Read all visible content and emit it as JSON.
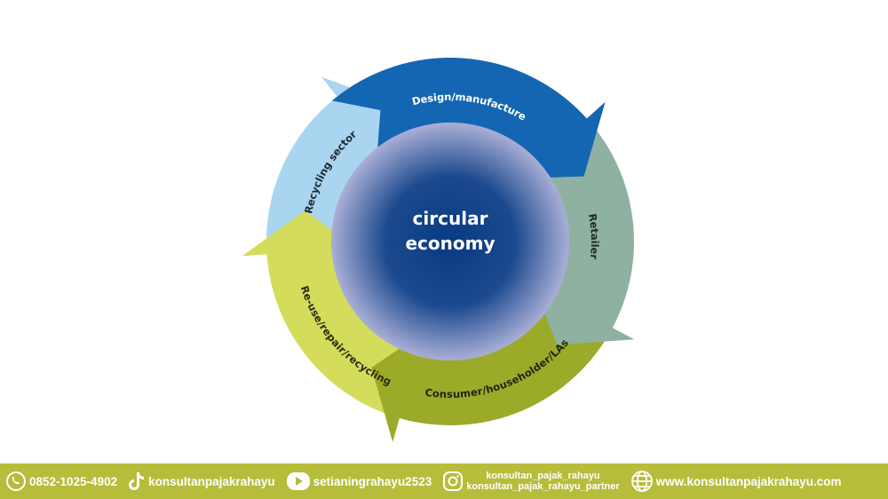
{
  "diagram": {
    "center": {
      "line1": "circular",
      "line2": "economy"
    },
    "segments": [
      {
        "label": "Design/manufacture",
        "color": "#1466b2",
        "text_color": "#ffffff"
      },
      {
        "label": "Retailer",
        "color": "#8fb1a2",
        "text_color": "#1e2a25"
      },
      {
        "label": "Consumer/householder/LAs",
        "color": "#9caa29",
        "text_color": "#1f2410"
      },
      {
        "label": "Re-use/repair/recycling",
        "color": "#d4dc5c",
        "text_color": "#2a2c10"
      },
      {
        "label": "Recycling sector",
        "color": "#a9d5f1",
        "text_color": "#1e2a33"
      }
    ]
  },
  "footer": {
    "background": "#b6bd3b",
    "phone": "0852-1025-4902",
    "tiktok": "konsultanpajakrahayu",
    "youtube": "setianingrahayu2523",
    "instagram_1": "konsultan_pajak_rahayu",
    "instagram_2": "konsultan_pajak_rahayu_partner",
    "website": "www.konsultanpajakrahayu.com"
  }
}
